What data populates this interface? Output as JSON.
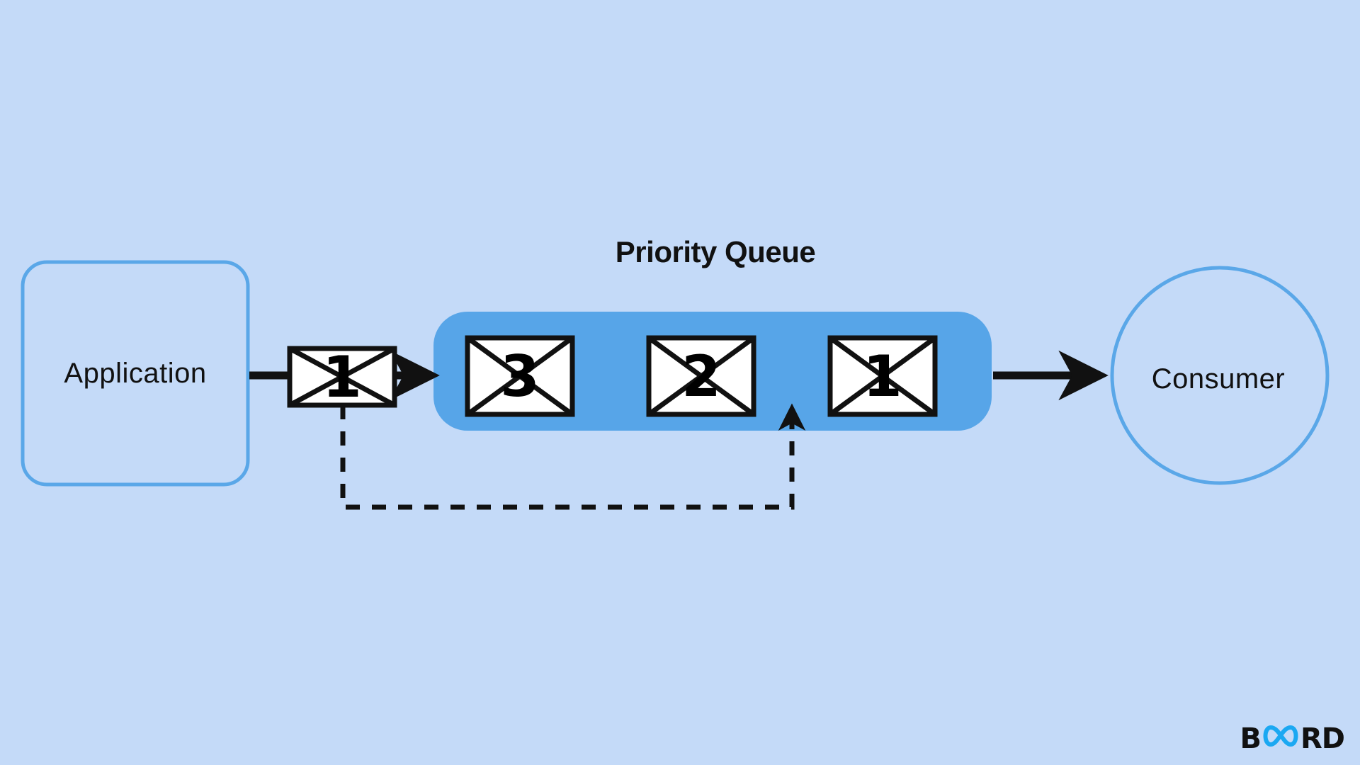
{
  "diagram": {
    "title": "Priority Queue",
    "background_color": "#C4DAF8",
    "accent_color": "#5AA7E8",
    "queue_fill_color": "#57A5E8",
    "stroke_color": "#111111"
  },
  "nodes": {
    "application": {
      "label": "Application",
      "shape": "rounded-rectangle"
    },
    "consumer": {
      "label": "Consumer",
      "shape": "circle"
    },
    "queue": {
      "label": "Priority Queue",
      "shape": "rounded-rectangle"
    }
  },
  "messages": {
    "incoming": {
      "label": "1",
      "icon": "envelope-icon"
    },
    "queued": [
      {
        "label": "3",
        "icon": "envelope-icon"
      },
      {
        "label": "2",
        "icon": "envelope-icon"
      },
      {
        "label": "1",
        "icon": "envelope-icon"
      }
    ]
  },
  "edges": [
    {
      "name": "application-to-message",
      "style": "solid",
      "arrow": false
    },
    {
      "name": "message-to-queue",
      "style": "solid",
      "arrow": true
    },
    {
      "name": "queue-to-consumer",
      "style": "solid",
      "arrow": true
    },
    {
      "name": "priority-reorder-path",
      "style": "dashed",
      "arrow": true
    }
  ],
  "brand": {
    "prefix": "B",
    "infinity": "OA",
    "suffix": "RD",
    "infinity_color": "#1BA8F2",
    "text_color": "#111111"
  }
}
